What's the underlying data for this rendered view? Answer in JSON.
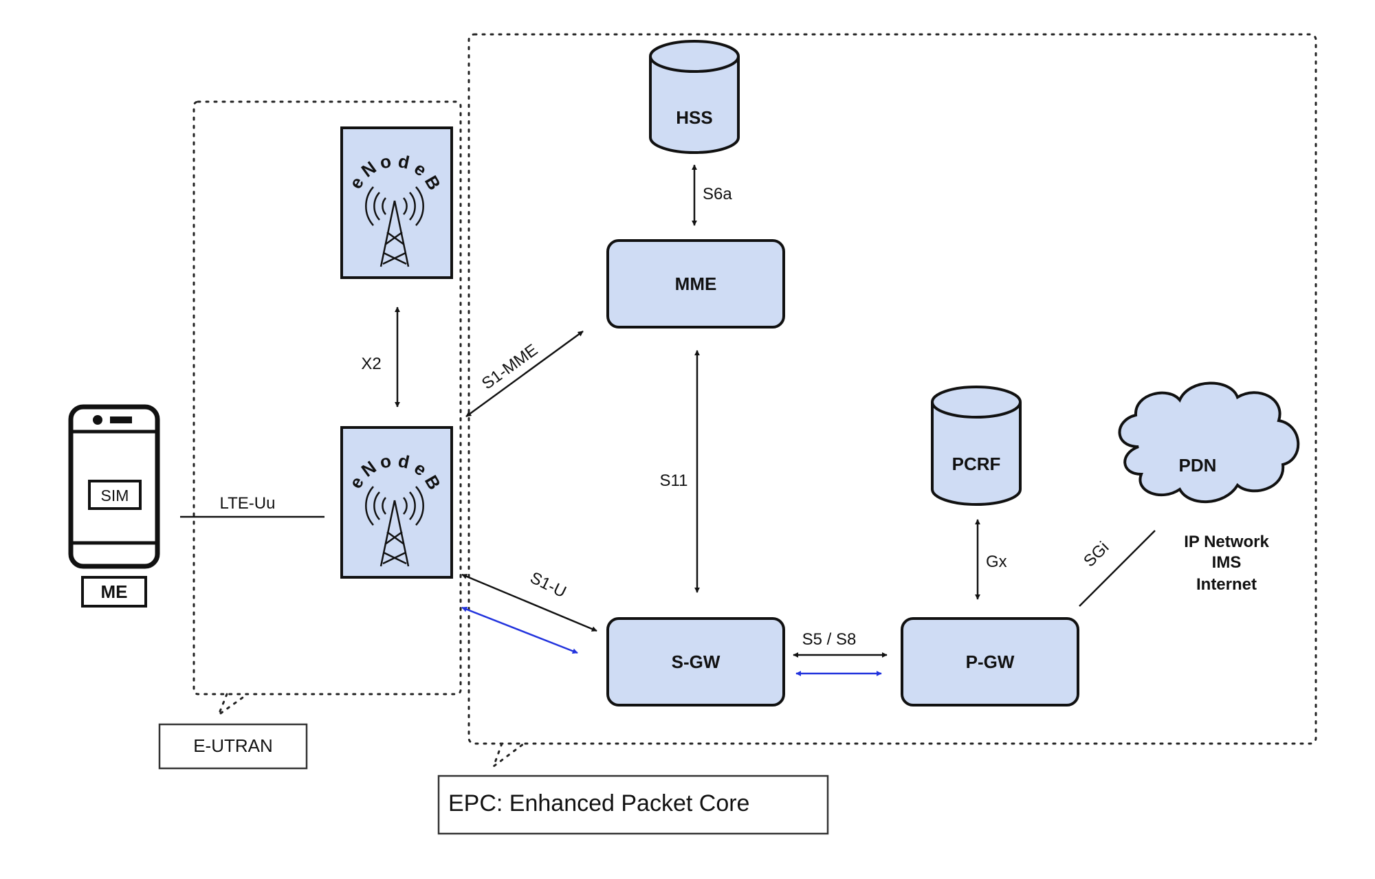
{
  "groups": {
    "eutran": "E-UTRAN",
    "epc": "EPC: Enhanced Packet Core"
  },
  "nodes": {
    "enodeb_word": "eNodeB",
    "hss": "HSS",
    "mme": "MME",
    "pcrf": "PCRF",
    "sgw": "S-GW",
    "pgw": "P-GW",
    "pdn": "PDN",
    "sim": "SIM",
    "me": "ME"
  },
  "pdn_notes": [
    "IP Network",
    "IMS",
    "Internet"
  ],
  "interfaces": {
    "lte_uu": "LTE-Uu",
    "x2": "X2",
    "s1_mme": "S1-MME",
    "s1_u": "S1-U",
    "s6a": "S6a",
    "s11": "S11",
    "s5_s8": "S5 / S8",
    "gx": "Gx",
    "sgi": "SGi"
  },
  "colors": {
    "node_fill": "#cfdcf4",
    "user_plane_arrow": "#2233dd",
    "outline": "#111111"
  },
  "icons": [
    "tower-icon",
    "phone-icon",
    "database-icon",
    "cloud-icon"
  ]
}
